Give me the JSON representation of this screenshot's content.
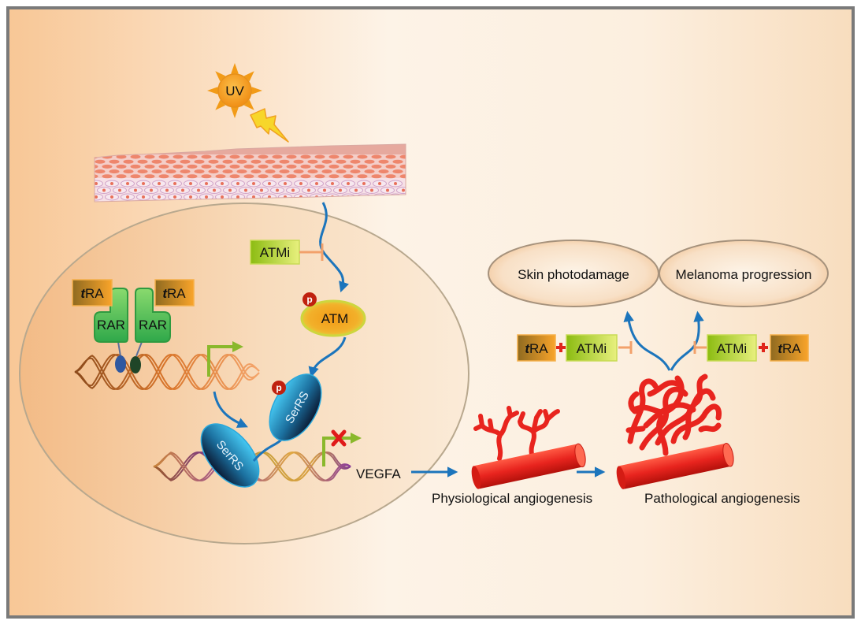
{
  "colors": {
    "arrow": "#1c75bc",
    "inhibition": "#f2a16b",
    "promoter": "#8ab82c",
    "vessel": "#e8241e",
    "phospho": "#c0210f",
    "frame": "#7a7a7a"
  },
  "uv": {
    "label": "UV"
  },
  "nucleus": {
    "atmi": "ATMi",
    "ligands": [
      {
        "italic": "t",
        "text": "RA"
      },
      {
        "italic": "t",
        "text": "RA"
      }
    ],
    "receptors": [
      "RAR",
      "RAR"
    ],
    "atm": {
      "phospho": "p",
      "label": "ATM"
    },
    "serrs": [
      {
        "label": "SerRS"
      },
      {
        "phospho": "p",
        "label": "SerRS"
      }
    ],
    "gene": "VEGFA"
  },
  "angiogenesis": {
    "physiological": "Physiological angiogenesis",
    "pathological": "Pathological angiogenesis"
  },
  "outcomes": {
    "skin": "Skin photodamage",
    "melanoma": "Melanoma progression"
  },
  "treatment_left": {
    "tra": {
      "italic": "t",
      "text": "RA"
    },
    "atmi": "ATMi"
  },
  "treatment_right": {
    "atmi": "ATMi",
    "tra": {
      "italic": "t",
      "text": "RA"
    }
  }
}
